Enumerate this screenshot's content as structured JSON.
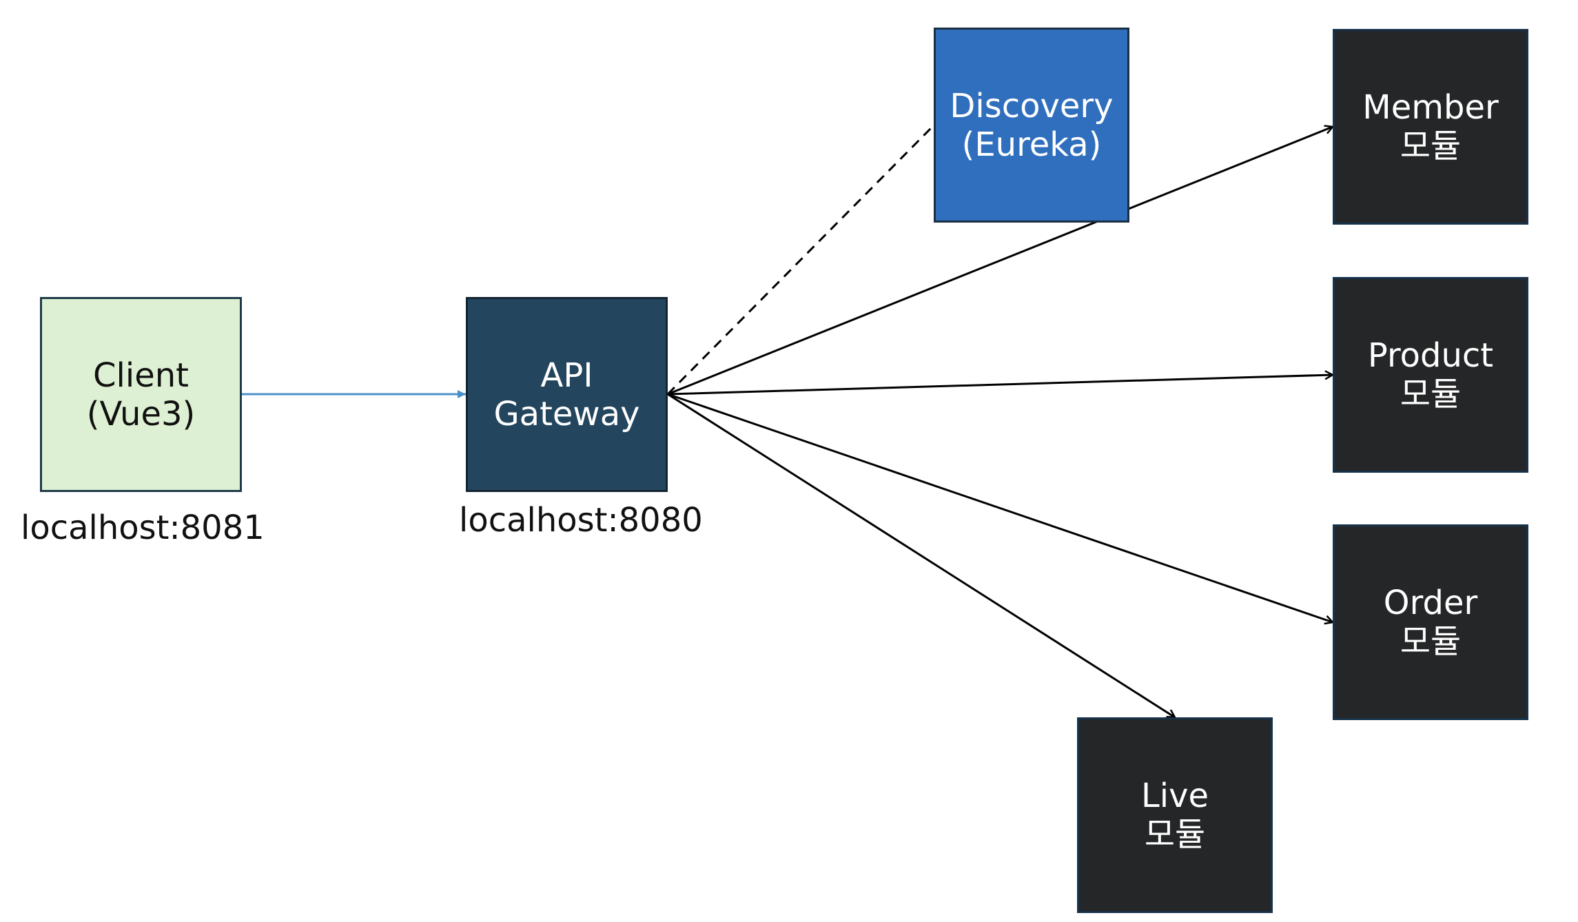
{
  "nodes": {
    "client": {
      "line1": "Client",
      "line2": "(Vue3)",
      "host": "localhost:8081"
    },
    "gateway": {
      "line1": "API",
      "line2": "Gateway",
      "host": "localhost:8080"
    },
    "discovery": {
      "line1": "Discovery",
      "line2": "(Eureka)"
    },
    "member": {
      "line1": "Member",
      "line2": "모듈"
    },
    "product": {
      "line1": "Product",
      "line2": "모듈"
    },
    "order": {
      "line1": "Order",
      "line2": "모듈"
    },
    "live": {
      "line1": "Live",
      "line2": "모듈"
    }
  },
  "colors": {
    "client_fill": "#def0d3",
    "gateway_fill": "#23465e",
    "discovery_fill": "#2f6fbd",
    "service_fill": "#252627",
    "client_arrow": "#4a90c8",
    "arrow": "#000000"
  }
}
